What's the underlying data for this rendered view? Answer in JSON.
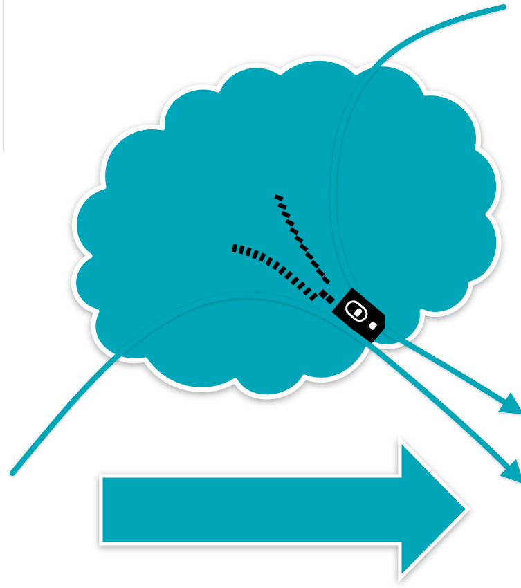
{
  "figure": {
    "type": "illustration",
    "subject": "cloud-with-zipper-and-data-flow",
    "colors": {
      "primary": "#00A6B8",
      "outline": "#ffffff",
      "zipper": "#000000",
      "background": "#ffffff"
    },
    "icons": {
      "cloud": "cloud-icon",
      "zipper": "zipper-icon",
      "big_arrow": "right-arrow-icon"
    },
    "flow_lines": [
      {
        "name": "incoming-arc-right",
        "arrowhead": false
      },
      {
        "name": "upper-exit-arrow",
        "arrowhead": true
      },
      {
        "name": "lower-exit-arrow",
        "arrowhead": true
      }
    ]
  }
}
